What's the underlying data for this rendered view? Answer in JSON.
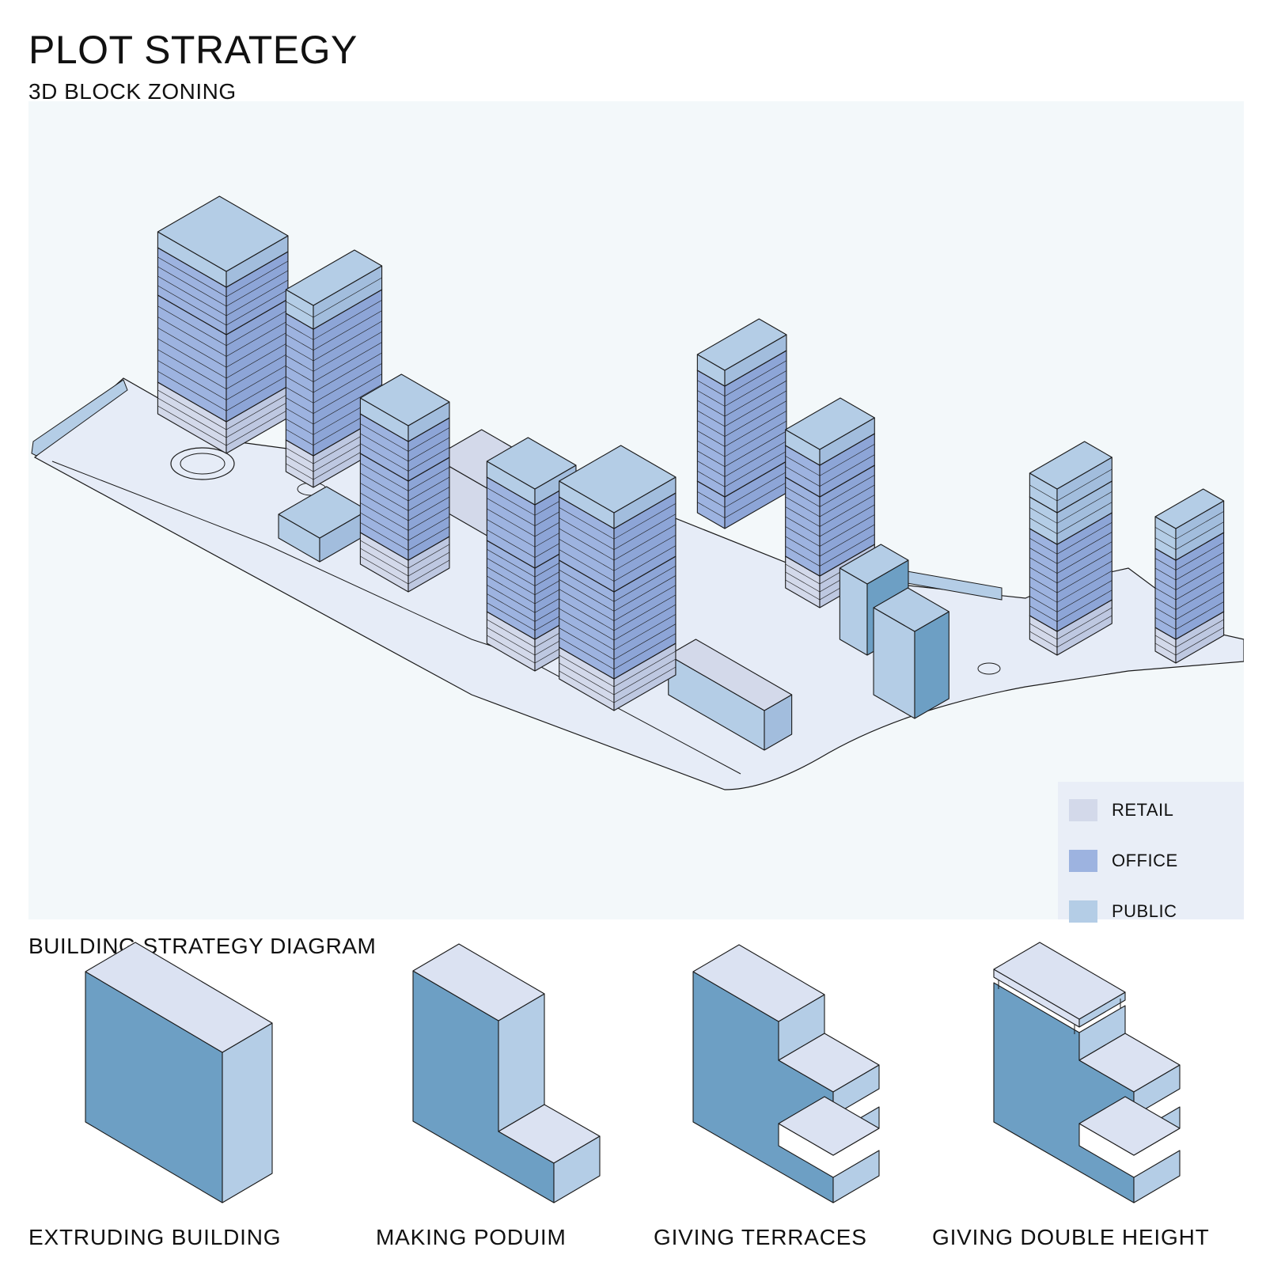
{
  "header": {
    "title": "PLOT STRATEGY",
    "subtitle": "3D BLOCK ZONING"
  },
  "legend": {
    "items": [
      {
        "label": "RETAIL",
        "color": "#d3d9ea"
      },
      {
        "label": "OFFICE",
        "color": "#9db3e0"
      },
      {
        "label": "PUBLIC",
        "color": "#b4cde6"
      }
    ]
  },
  "strategy": {
    "title": "BUILDING STRATEGY DIAGRAM",
    "steps": [
      {
        "label": "EXTRUDING BUILDING"
      },
      {
        "label": "MAKING PODUIM"
      },
      {
        "label": "GIVING TERRACES"
      },
      {
        "label": "GIVING DOUBLE HEIGHT"
      }
    ]
  },
  "colors": {
    "panel_bg": "#f3f8fa",
    "ground": "#e6ecf7",
    "block_front": "#6d9fc4",
    "block_side": "#b4cde6",
    "block_top": "#dbe2f2",
    "outline": "#1a1a1a"
  }
}
